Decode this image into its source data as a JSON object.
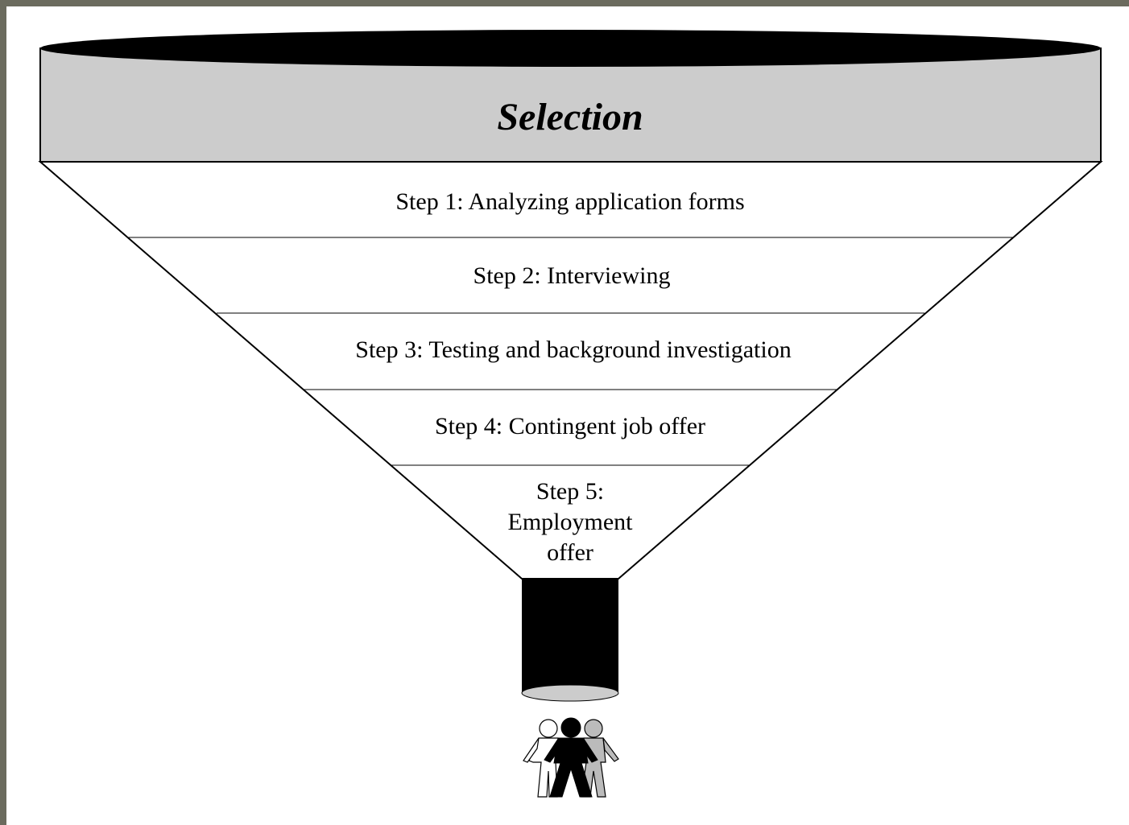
{
  "funnel": {
    "title": "Selection",
    "steps": [
      {
        "label": "Step 1: Analyzing application forms"
      },
      {
        "label": "Step 2: Interviewing"
      },
      {
        "label": "Step 3: Testing and background investigation"
      },
      {
        "label": "Step 4: Contingent job offer"
      },
      {
        "label": "Step 5:",
        "label_line2": "Employment",
        "label_line3": "offer"
      }
    ]
  },
  "colors": {
    "background": "#6b6b5e",
    "rim_fill": "#cccccc",
    "rim_top": "#000000",
    "spout": "#000000",
    "spout_bottom": "#cccccc"
  },
  "icons": {
    "people": "three-people-icon"
  }
}
